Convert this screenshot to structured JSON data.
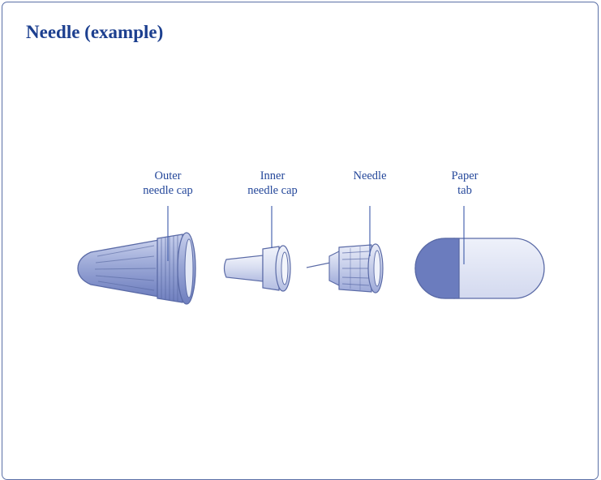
{
  "title": "Needle (example)",
  "labels": {
    "outer_cap": "Outer\nneedle cap",
    "inner_cap": "Inner\nneedle cap",
    "needle": "Needle",
    "paper_tab": "Paper\ntab"
  },
  "colors": {
    "title": "#1c3f8f",
    "border": "#5a6fa6",
    "label_text": "#24479a",
    "part_outline": "#5a6aa6",
    "part_fill_light": "#dde3f3",
    "part_fill_mid": "#b5c0e2",
    "part_fill_dark": "#6b7cbe"
  }
}
